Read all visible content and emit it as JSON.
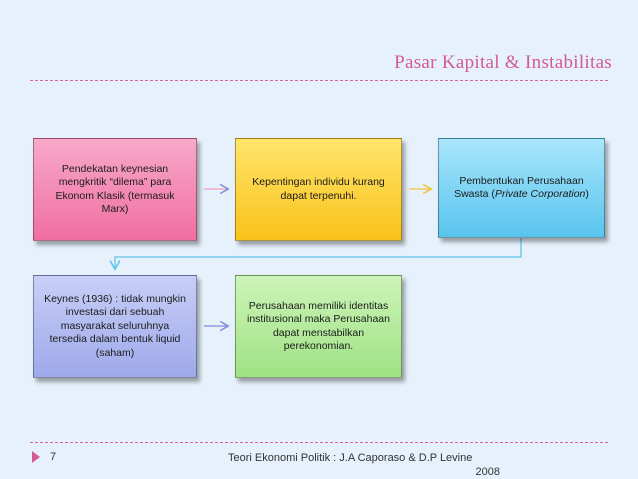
{
  "title": "Pasar Kapital & Instabilitas",
  "boxes": {
    "b1": "Pendekatan keynesian mengkritik “dilema” para Ekonom Klasik (termasuk Marx)",
    "b2": "Kepentingan individu kurang dapat terpenuhi.",
    "b3_main": "Pembentukan Perusahaan Swasta (",
    "b3_italic": "Private Corporation",
    "b3_end": ")",
    "b4": "Keynes (1936) : tidak mungkin investasi dari sebuah masyarakat seluruhnya tersedia dalam bentuk liquid (saham)",
    "b5": "Perusahaan memiliki identitas institusional maka Perusahaan dapat menstabilkan perekonomian."
  },
  "footer": {
    "page_number": "7",
    "text_line1": "Teori Ekonomi Politik : J.A Caporaso & D.P Levine",
    "text_line2": "2008"
  },
  "colors": {
    "accent": "#d35a95",
    "background": "#e6f1fb",
    "connector": "#5fc4ea",
    "arrow_yellow": "#f3c23b"
  }
}
